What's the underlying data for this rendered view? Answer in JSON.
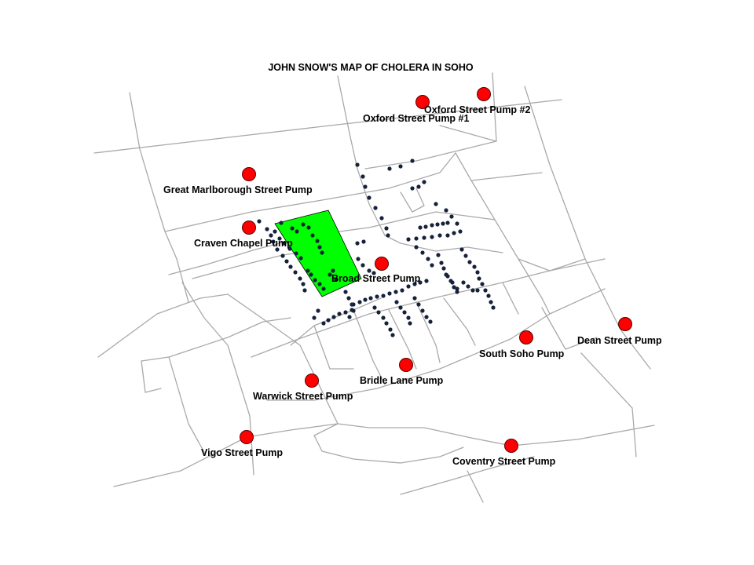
{
  "title": "JOHN SNOW'S MAP OF CHOLERA IN SOHO",
  "colors": {
    "pump": "#ff0000",
    "pump_outline": "#5a0000",
    "death": "#16213a",
    "area": "#00ff00",
    "street": "#a9a9a9"
  },
  "pumps": [
    {
      "name": "Oxford Street Pump #2"
    },
    {
      "name": "Oxford Street Pump #1"
    },
    {
      "name": "Great Marlborough Street Pump"
    },
    {
      "name": "Craven Chapel Pump"
    },
    {
      "name": "Broad Street Pump"
    },
    {
      "name": "Dean Street Pump"
    },
    {
      "name": "South Soho Pump"
    },
    {
      "name": "Bridle Lane Pump"
    },
    {
      "name": "Warwick Street Pump"
    },
    {
      "name": "Vigo Street Pump"
    },
    {
      "name": "Coventry Street Pump"
    }
  ]
}
